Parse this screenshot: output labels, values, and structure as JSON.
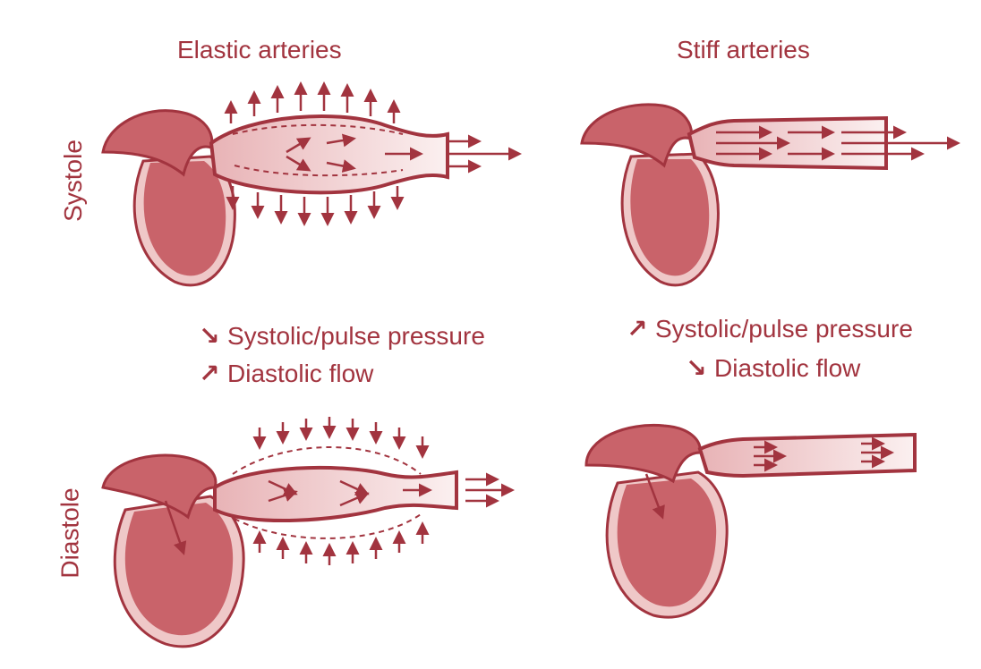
{
  "columns": {
    "elastic": "Elastic arteries",
    "stiff": "Stiff arteries"
  },
  "rows": {
    "systole": "Systole",
    "diastole": "Diastole"
  },
  "elastic_notes": [
    {
      "arrow": "↘",
      "text": "Systolic/pulse pressure"
    },
    {
      "arrow": "↗",
      "text": "Diastolic flow"
    }
  ],
  "stiff_notes": [
    {
      "arrow": "↗",
      "text": "Systolic/pulse pressure"
    },
    {
      "arrow": "↘",
      "text": "Diastolic flow"
    }
  ],
  "colors": {
    "ink": "#a2343f",
    "heart_fill": "#c9636a",
    "heart_light": "#efc8c8",
    "vessel_fill": "#f6dfe0"
  }
}
